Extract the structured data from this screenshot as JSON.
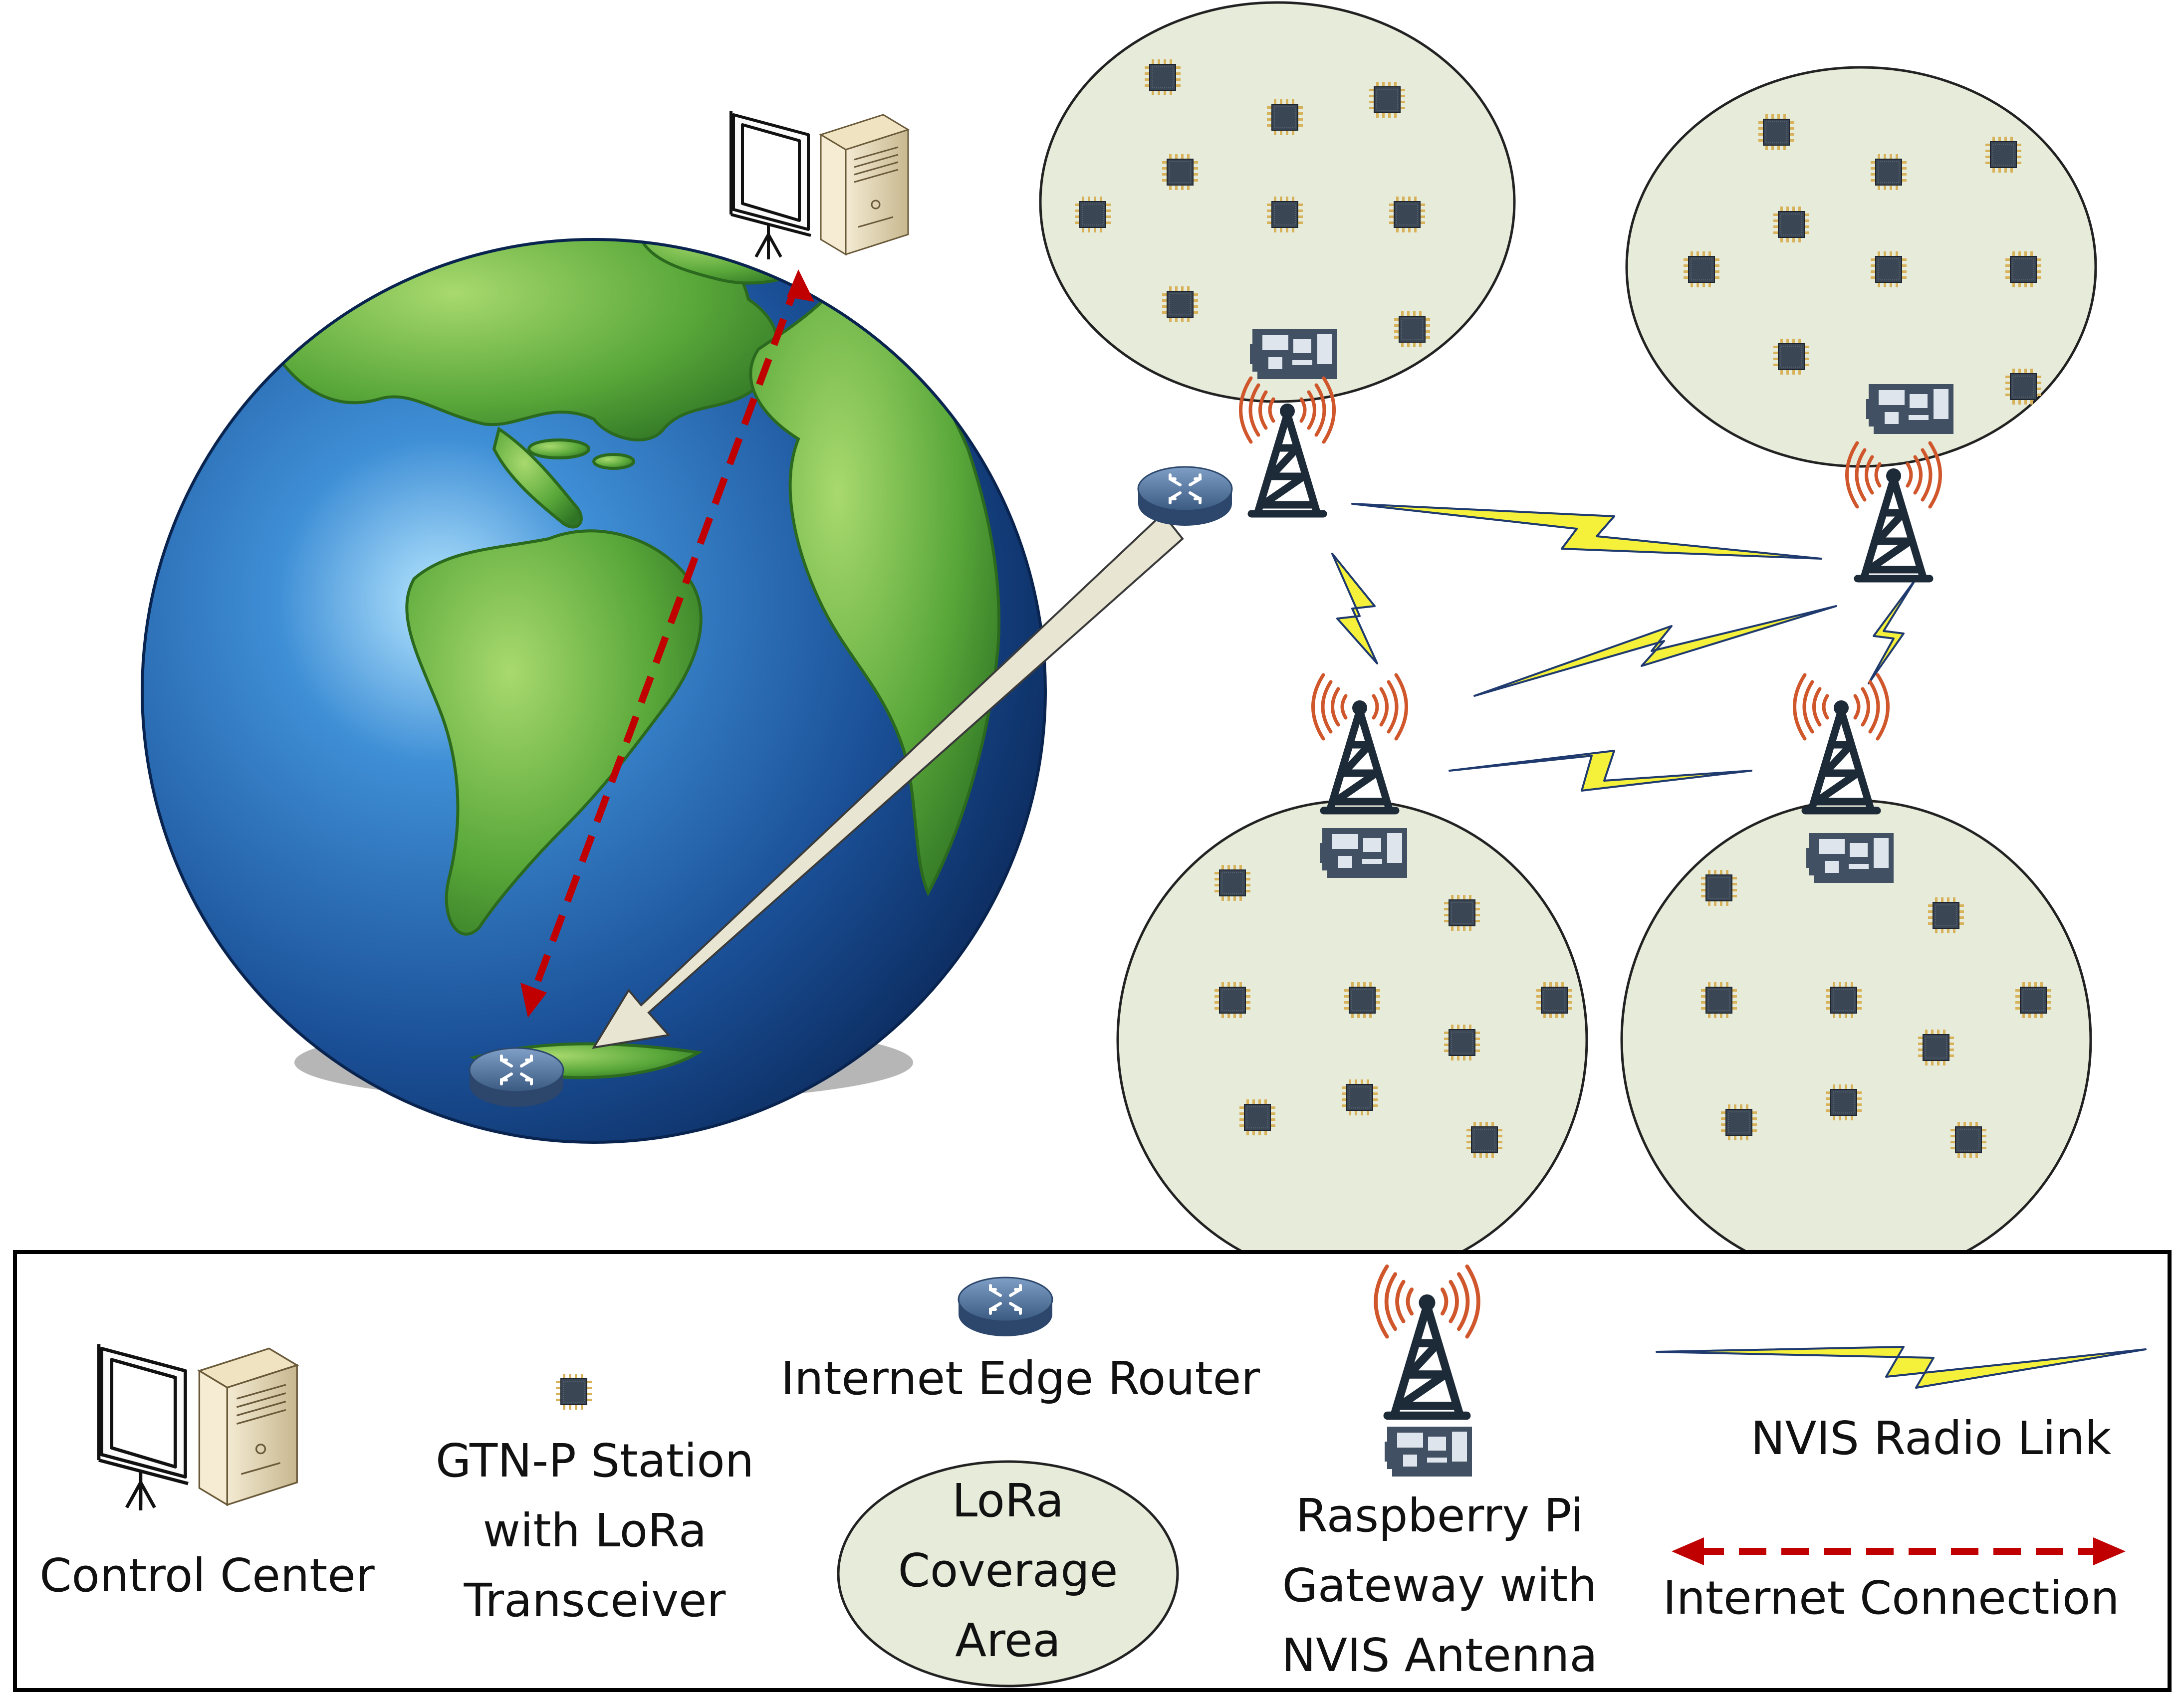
{
  "legend": {
    "control_center": "Control Center",
    "station_line1": "GTN-P Station",
    "station_line2": "with LoRa",
    "station_line3": "Transceiver",
    "router": "Internet Edge Router",
    "coverage_line1": "LoRa",
    "coverage_line2": "Coverage",
    "coverage_line3": "Area",
    "gateway_line1": "Raspberry Pi",
    "gateway_line2": "Gateway with",
    "gateway_line3": "NVIS Antenna",
    "radio_link": "NVIS Radio Link",
    "internet_connection": "Internet Connection"
  },
  "colors": {
    "coverage_fill": "#e7ebd9",
    "internet_arrow": "#c00000",
    "radio_bolt": "#f5f03a",
    "radio_bolt_edge": "#1f3a6e",
    "antenna_waves": "#d0562b",
    "tower": "#1d2a38",
    "router": "#4a6a91",
    "chip": "#3b4654",
    "ocean": "#1f5fae",
    "land": "#58a637"
  }
}
